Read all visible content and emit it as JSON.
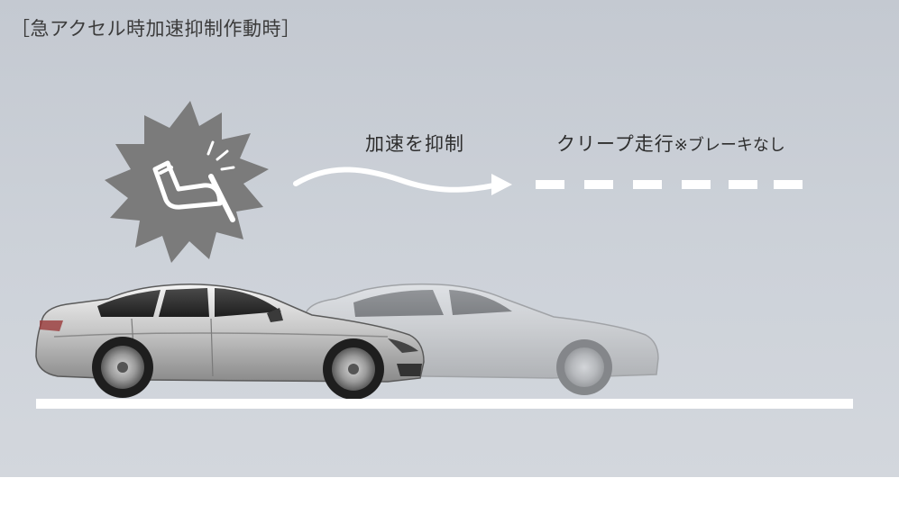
{
  "caption": "［急アクセル時加速抑制作動時］",
  "labels": {
    "accel_suppression": "加速を抑制",
    "creep_main": "クリープ走行",
    "creep_note": "※ブレーキなし"
  },
  "colors": {
    "background": "#c9ced5",
    "burst": "#7b7b7b",
    "road": "#ffffff",
    "text": "#2e2e2e"
  },
  "icons": {
    "burst": "pedal-press-burst-icon",
    "arrow": "wave-arrow-icon",
    "creep": "dashed-line-icon"
  }
}
